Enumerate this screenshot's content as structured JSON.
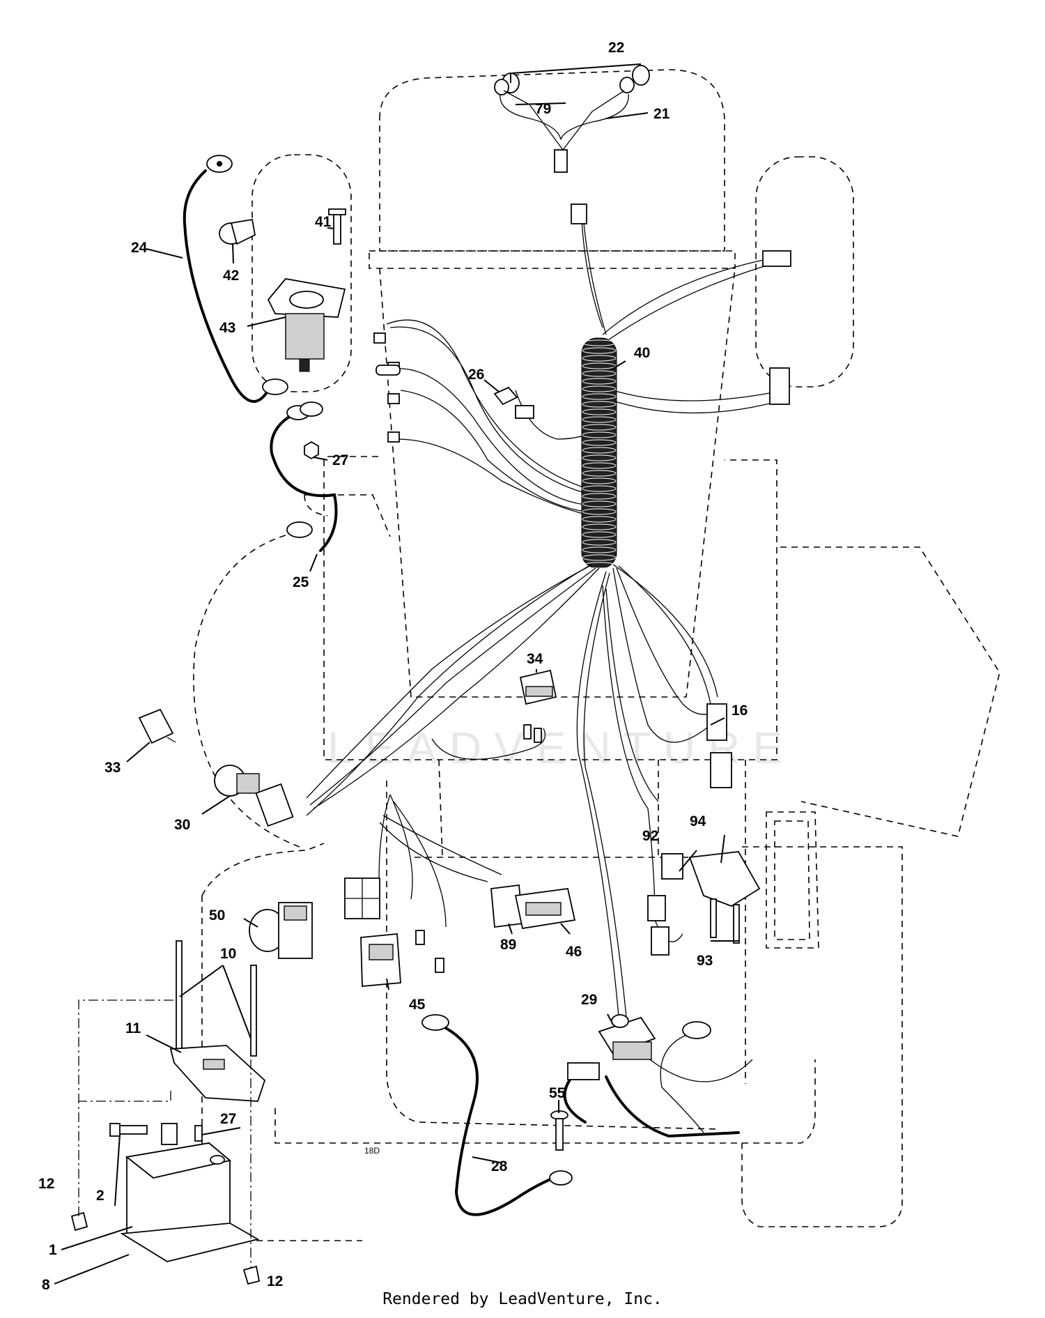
{
  "watermark": "LEADVENTURE",
  "footer": "Rendered by LeadVenture, Inc.",
  "drawing_code": "18D",
  "callouts": {
    "p1": "1",
    "p2": "2",
    "p8": "8",
    "p10": "10",
    "p11": "11",
    "p12a": "12",
    "p12b": "12",
    "p16": "16",
    "p21": "21",
    "p22": "22",
    "p24": "24",
    "p25": "25",
    "p26": "26",
    "p27a": "27",
    "p27b": "27",
    "p28": "28",
    "p29": "29",
    "p30": "30",
    "p33": "33",
    "p34": "34",
    "p40": "40",
    "p41": "41",
    "p42": "42",
    "p43": "43",
    "p45": "45",
    "p46": "46",
    "p50": "50",
    "p55": "55",
    "p79": "79",
    "p89": "89",
    "p92": "92",
    "p93": "93",
    "p94": "94"
  }
}
